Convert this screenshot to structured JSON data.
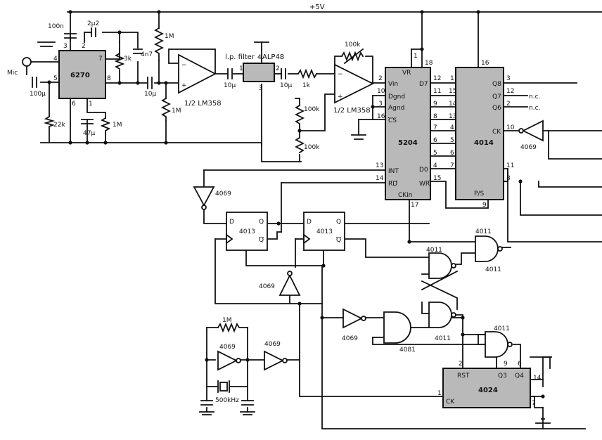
{
  "rail": {
    "label": "+5V"
  },
  "chips": {
    "u6270": "6270",
    "alp": "ALP48",
    "s5204": "5204",
    "c4014": "4014",
    "ff1": "4013",
    "ff2": "4013",
    "c4024": "4024"
  },
  "components": {
    "cap_100n": "100n",
    "cap_2u2": "2µ2",
    "res_3k": "3k",
    "cap_4n7": "4n7",
    "res_1m_top": "1M",
    "res_1m_mid": "1M",
    "res_1m_left": "1M",
    "cap_100u": "100µ",
    "res_22k": "22k",
    "cap_47u": "47µ",
    "cap_10u_a": "10µ",
    "cap_10u_b": "10µ",
    "cap_10u_c": "10µ",
    "res_1k": "1k",
    "res_100k_fb": "100k",
    "res_100k_a": "100k",
    "res_100k_b": "100k",
    "res_1m_osc": "1M",
    "xtal": "500kHz",
    "mic": "Mic",
    "lp_filter": "l.p. filter",
    "opamp1": "1/2 LM358",
    "opamp2": "1/2 LM358"
  },
  "gates": {
    "inv_clk": "4069",
    "inv_int": "4069",
    "inv_mid": "4069",
    "inv_low": "4069",
    "inv_osc1": "4069",
    "inv_osc2": "4069",
    "and_4081": "4081",
    "nand_a": "4011",
    "nand_b": "4011",
    "nand_c": "4011",
    "nand_d": "4011",
    "nand_e": "4011"
  },
  "pins_5204": {
    "vin": "Vin",
    "dgnd": "Dgnd",
    "agnd": "Agnd",
    "cs": "CS",
    "d7": "D7",
    "d0": "D0",
    "int": "INT",
    "rd": "RD",
    "wr": "WR",
    "ckin": "CKin",
    "vr": "VR"
  },
  "pins_4014": {
    "q8": "Q8",
    "q7": "Q7",
    "q6": "Q6",
    "ck": "CK",
    "ps": "P/S",
    "nc1": "n.c.",
    "nc2": "n.c."
  },
  "pins_ff": {
    "d": "D",
    "q": "Q",
    "qb": "Q"
  },
  "pins_4024": {
    "rst": "RST",
    "ck": "CK",
    "q3": "Q3",
    "q4": "Q4"
  },
  "pin_numbers": {
    "u6270": [
      "3",
      "2",
      "7",
      "4",
      "5",
      "8",
      "6",
      "1"
    ],
    "alp": [
      "4",
      "1",
      "2",
      "3"
    ],
    "s5204_left": [
      "2",
      "10",
      "3",
      "16",
      "13",
      "14"
    ],
    "s5204_top": [
      "1",
      "18"
    ],
    "s5204_right": [
      "12",
      "11",
      "9",
      "8",
      "7",
      "6",
      "5",
      "4",
      "15",
      "17"
    ],
    "c4014_left": [
      "1",
      "15",
      "14",
      "13",
      "4",
      "5",
      "6",
      "7"
    ],
    "c4014_right": [
      "3",
      "12",
      "2",
      "10",
      "11",
      "8",
      "9",
      "16"
    ],
    "c4024": [
      "2",
      "1",
      "9",
      "6",
      "14",
      "7"
    ]
  }
}
